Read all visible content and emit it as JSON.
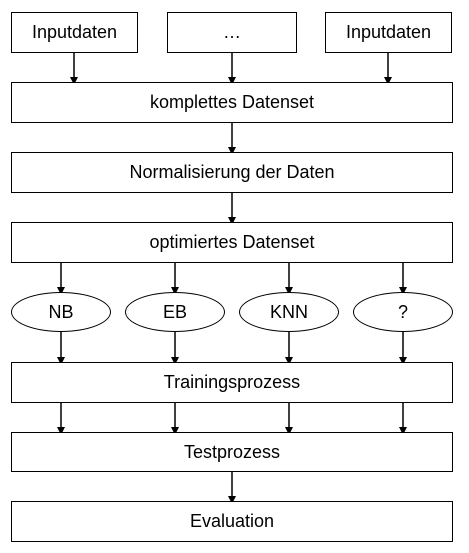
{
  "inputs": [
    {
      "label": "Inputdaten"
    },
    {
      "label": "…"
    },
    {
      "label": "Inputdaten"
    }
  ],
  "steps": {
    "complete": "komplettes Datenset",
    "normalize": "Normalisierung der Daten",
    "optimized": "optimiertes Datenset",
    "training": "Trainingsprozess",
    "test": "Testprozess",
    "evaluation": "Evaluation"
  },
  "classifiers": [
    {
      "label": "NB"
    },
    {
      "label": "EB"
    },
    {
      "label": "KNN"
    },
    {
      "label": "?"
    }
  ]
}
